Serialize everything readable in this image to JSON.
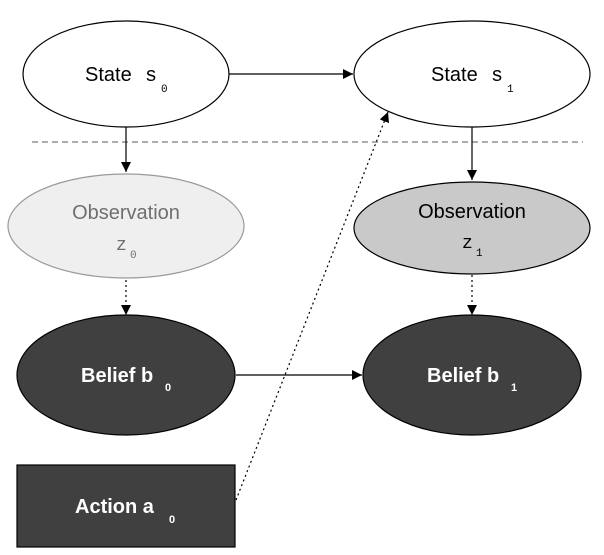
{
  "nodes": {
    "state0": {
      "label": "State",
      "var": "s",
      "sub": "0"
    },
    "state1": {
      "label": "State",
      "var": "s",
      "sub": "1"
    },
    "obs0": {
      "label": "Observation",
      "var": "z",
      "sub": "0"
    },
    "obs1": {
      "label": "Observation",
      "var": "z",
      "sub": "1"
    },
    "belief0": {
      "label": "Belief b",
      "sub": "0"
    },
    "belief1": {
      "label": "Belief b",
      "sub": "1"
    },
    "action0": {
      "label": "Action a",
      "sub": "0"
    }
  },
  "colors": {
    "state_fill": "#ffffff",
    "obs0_fill": "#efefef",
    "obs0_stroke": "#9a9a9a",
    "obs0_text": "#6f6f6f",
    "obs1_fill": "#c9c9c9",
    "dark_fill": "#404040",
    "dark_text": "#ffffff",
    "stroke": "#000000",
    "divider": "#7a7a7a"
  }
}
